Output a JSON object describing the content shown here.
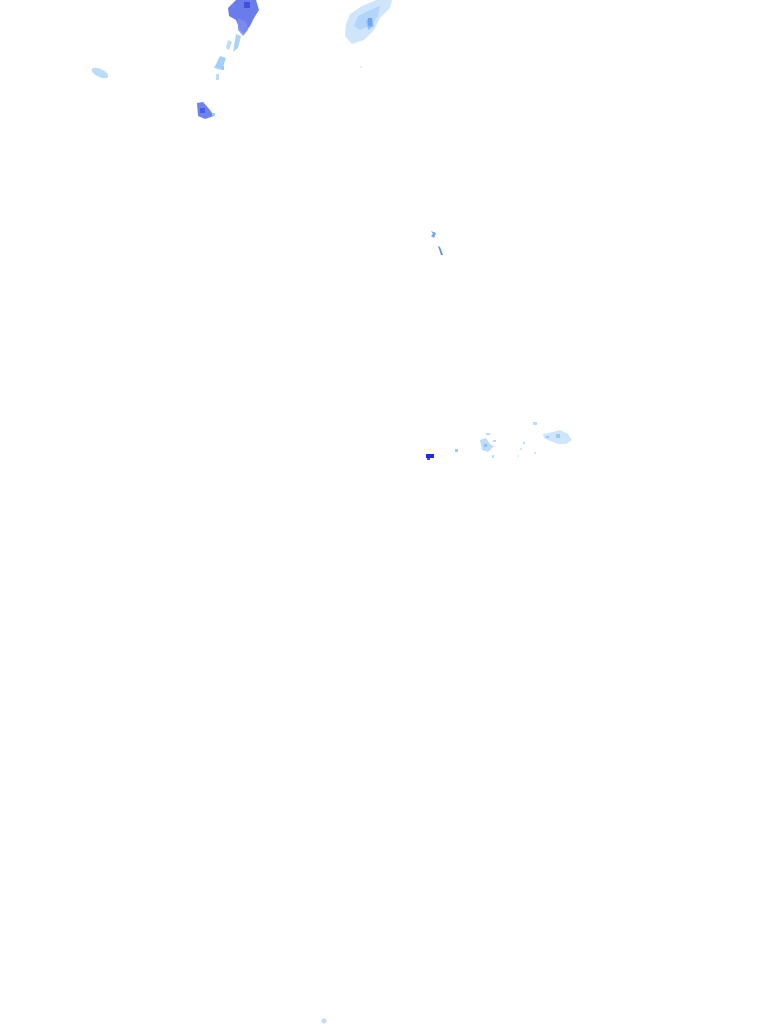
{
  "overlay": {
    "type": "radar-precipitation",
    "background": "#ffffff",
    "intensity_colors": {
      "light": "#bcdcf9",
      "light_medium": "#9ccaf7",
      "medium": "#6ea4f0",
      "heavy": "#5a6ee8",
      "very_heavy": "#1f2fd0"
    },
    "echo_regions": [
      {
        "name": "north-cell-west",
        "intensity": "heavy"
      },
      {
        "name": "north-cell-trail",
        "intensity": "light_medium"
      },
      {
        "name": "northwest-speck",
        "intensity": "light"
      },
      {
        "name": "west-cell",
        "intensity": "heavy"
      },
      {
        "name": "north-cell-east",
        "intensity": "light"
      },
      {
        "name": "central-streaks",
        "intensity": "medium"
      },
      {
        "name": "east-scatter",
        "intensity": "light"
      },
      {
        "name": "central-core",
        "intensity": "very_heavy"
      },
      {
        "name": "south-speck",
        "intensity": "light"
      }
    ]
  }
}
